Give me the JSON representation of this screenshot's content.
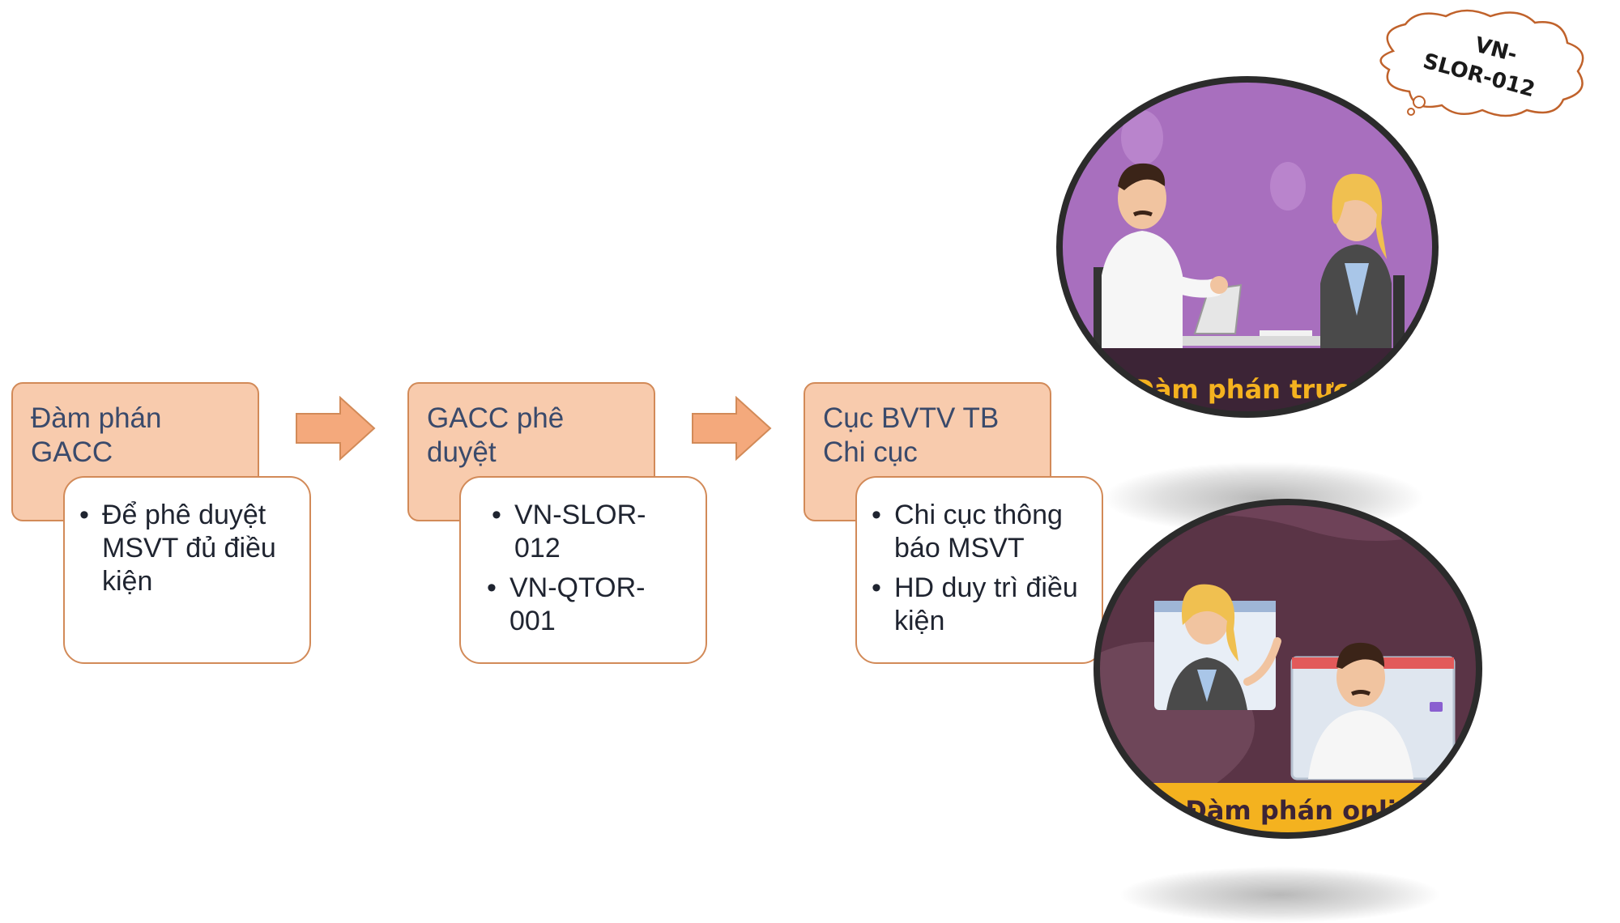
{
  "steps": [
    {
      "title": "Đàm phán GACC",
      "items": [
        "Để phê duyệt MSVT đủ điều kiện"
      ]
    },
    {
      "title": "GACC phê duyệt",
      "items": [
        "VN-SLOR-012",
        "VN-QTOR-001"
      ]
    },
    {
      "title": "Cục BVTV TB Chi cục",
      "items": [
        "Chi cục thông báo MSVT",
        "HD duy trì điều kiện"
      ]
    }
  ],
  "callout": {
    "line1": "VN-",
    "line2": "SLOR-012"
  },
  "illustrations": [
    {
      "caption": "Đàm phán trực tiếp",
      "background": "#a86fbe"
    },
    {
      "caption": "Đàm phán online",
      "background": "#5a3446",
      "banner": "#f4b21f"
    }
  ],
  "colors": {
    "step_fill": "#f8cbad",
    "step_border": "#d28a58",
    "arrow": "#f4a97c",
    "cloud_border": "#c0622b"
  }
}
